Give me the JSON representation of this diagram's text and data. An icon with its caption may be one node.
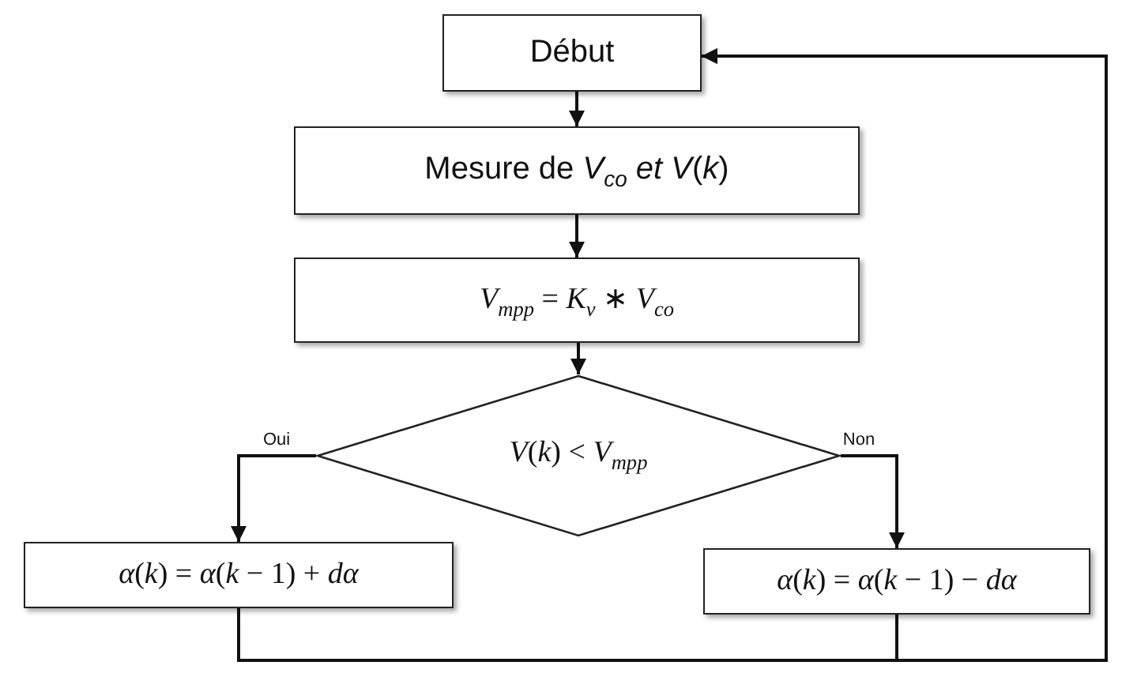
{
  "diagram": {
    "nodes": [
      {
        "text": [
          "Début"
        ]
      },
      {
        "text": [
          "Mesure de *V*$_{co}$ *et V*(*k*)"
        ]
      },
      {
        "text": [
          "*V*$_{mpp}$ = *K*$_{v}$ ∗ *V*$_{co}$"
        ]
      },
      {
        "text": [
          "*V*(*k*) < *V*$_{mpp}$"
        ]
      },
      {
        "text": [
          "*α*(*k*) = *α*(*k* − 1) + *dα*"
        ]
      },
      {
        "text": [
          "*α*(*k*) = *α*(*k* − 1) − *dα*"
        ]
      }
    ],
    "edges": [
      {
        "from": 0,
        "to": 1,
        "arrow": "to"
      },
      {
        "from": 1,
        "to": 2,
        "arrow": "to"
      },
      {
        "from": 2,
        "to": 3,
        "arrow": "to"
      },
      {
        "from": 3,
        "to": 4,
        "arrow": "to",
        "label": "Oui"
      },
      {
        "from": 3,
        "to": 5,
        "arrow": "to",
        "label": "Non"
      },
      {
        "from": 4,
        "to": 0,
        "arrow": "to"
      },
      {
        "from": 5,
        "to": 0,
        "arrow": "to"
      }
    ]
  }
}
